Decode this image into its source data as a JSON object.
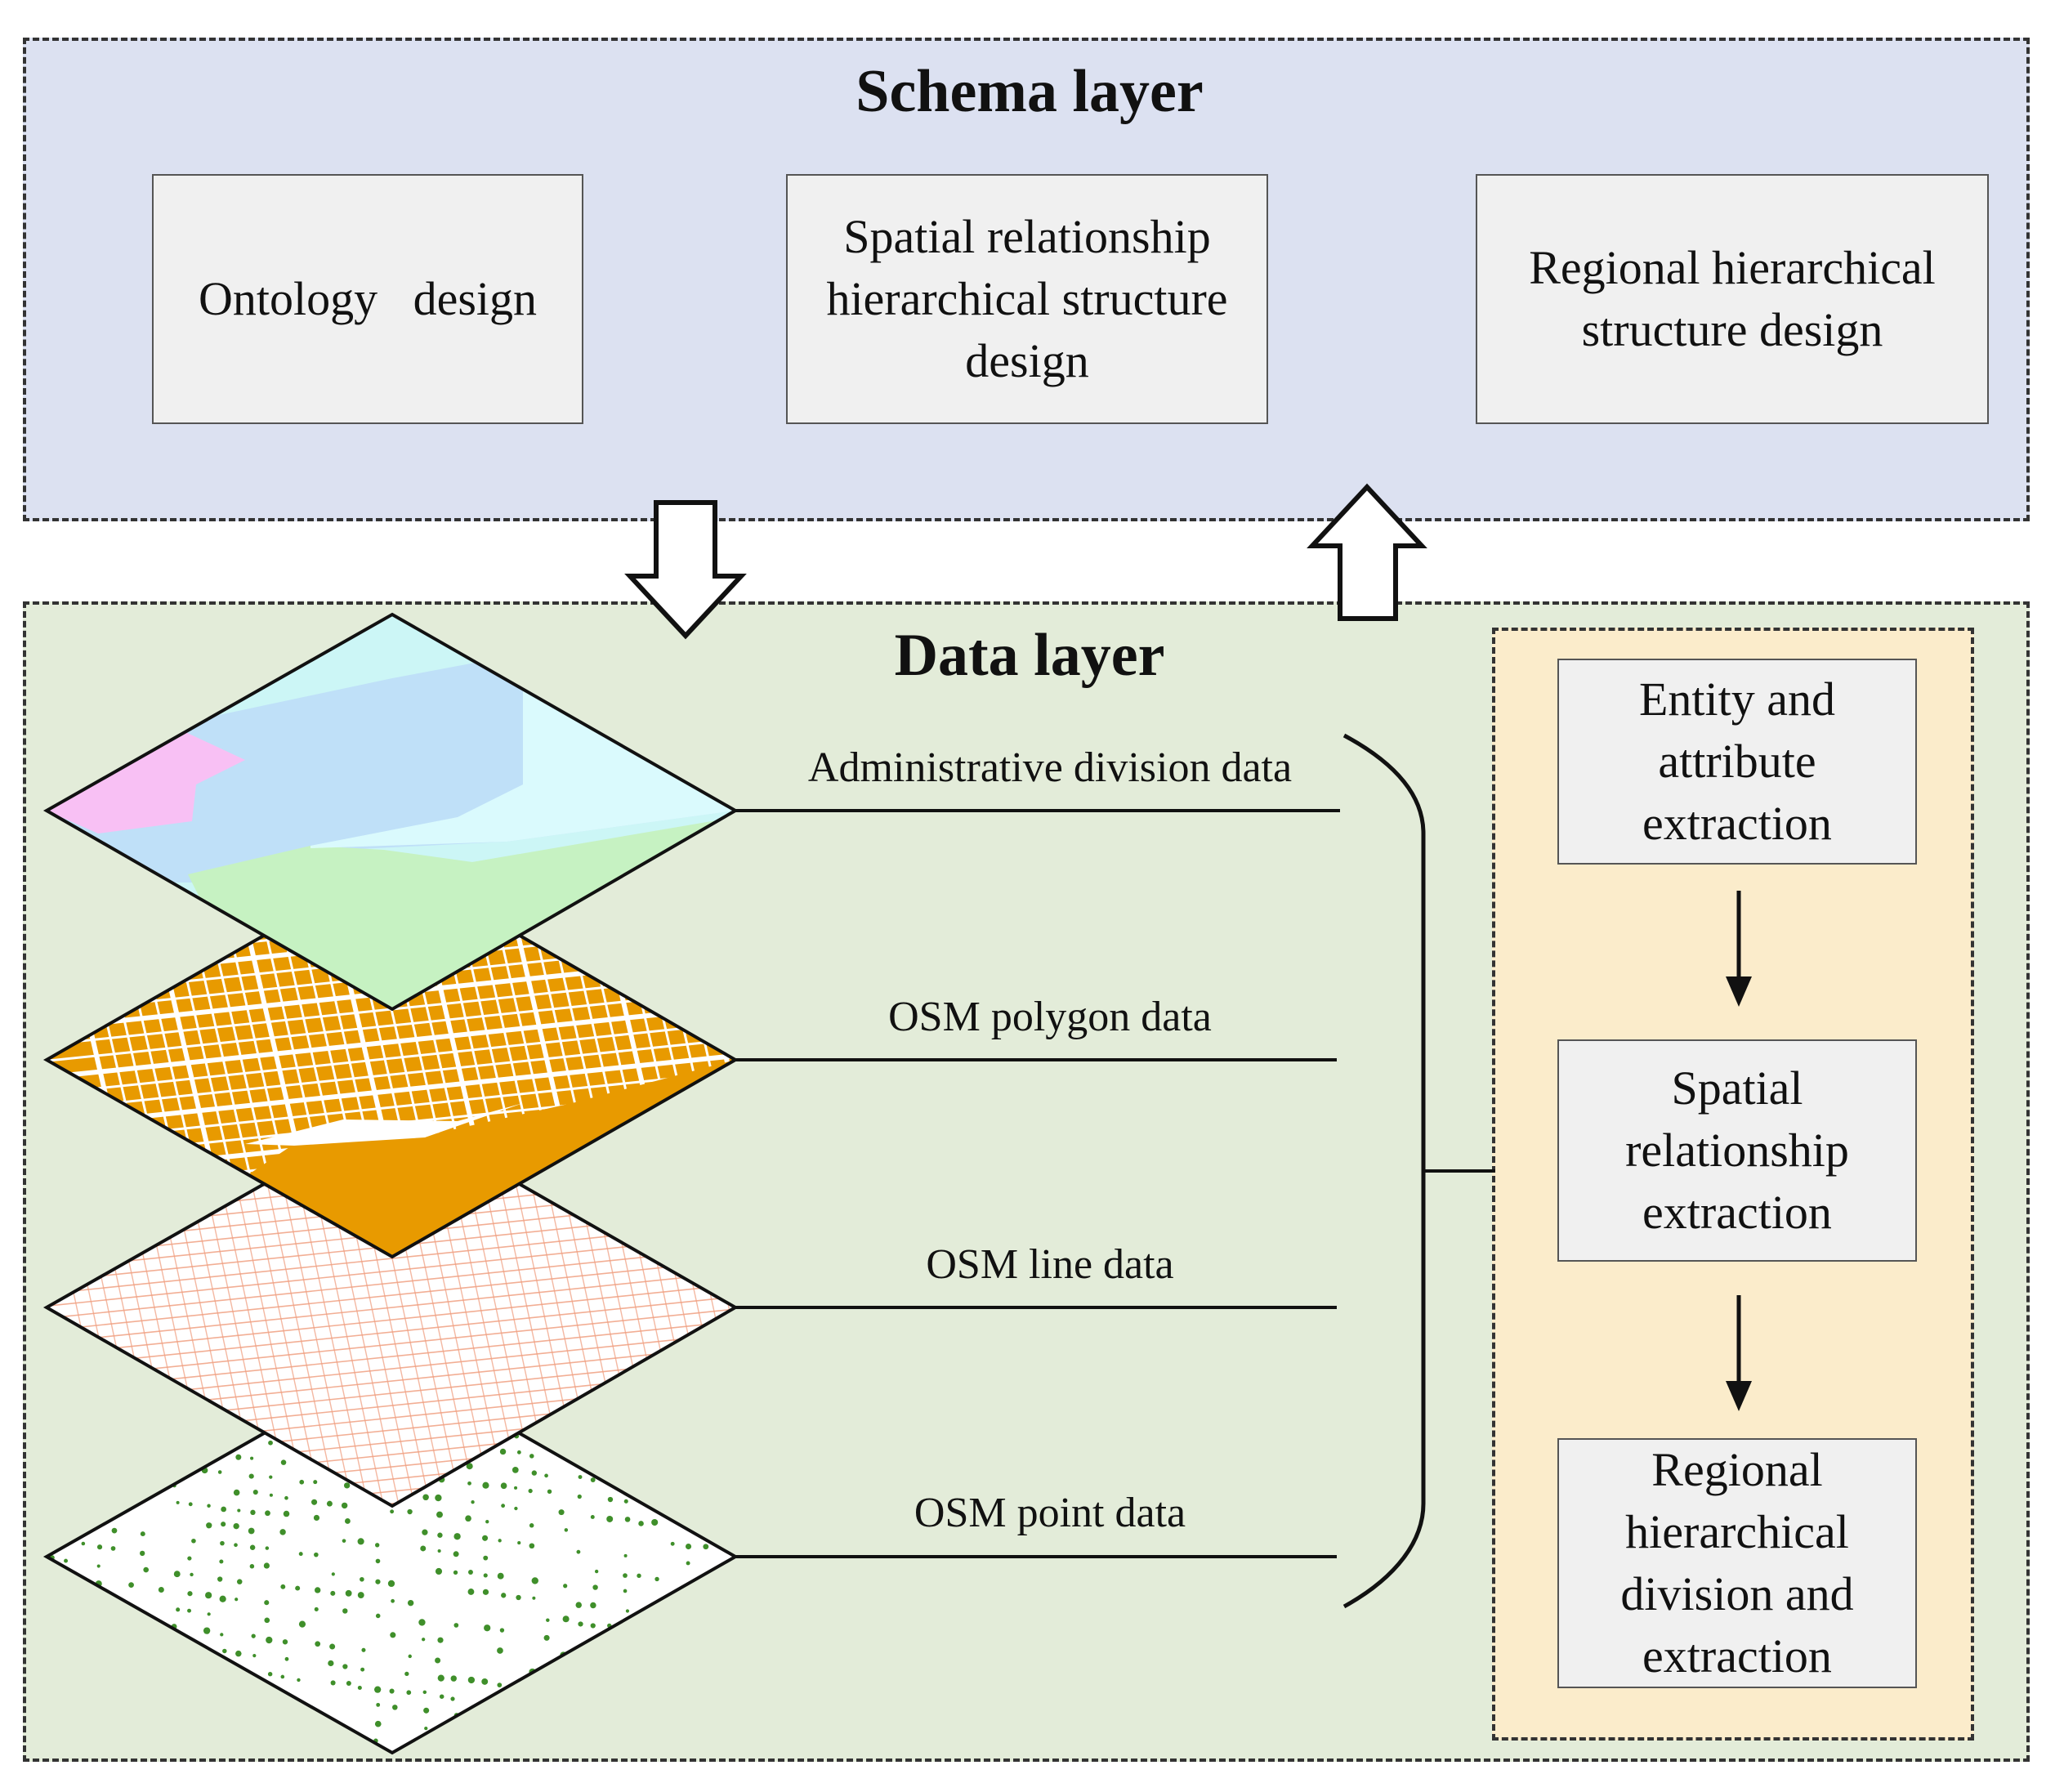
{
  "schema_layer": {
    "title": "Schema layer",
    "boxes": [
      "Ontology   design",
      "Spatial relationship hierarchical structure design",
      "Regional hierarchical structure design"
    ]
  },
  "data_layer": {
    "title": "Data layer",
    "layers": [
      {
        "label": "Administrative division data"
      },
      {
        "label": "OSM polygon data",
        "color": "#e89a00"
      },
      {
        "label": "OSM line data",
        "color": "#f0a082"
      },
      {
        "label": "OSM point data",
        "color": "#3f8f2a"
      }
    ]
  },
  "process": {
    "steps": [
      "Entity and attribute extraction",
      "Spatial relationship extraction",
      "Regional hierarchical division and extraction"
    ]
  },
  "colors": {
    "schema_bg": "#dce1f1",
    "data_bg": "#e3ecd9",
    "process_bg": "#fbeccb",
    "admin_regions": [
      "#ccf6f6",
      "#bfe0f8",
      "#f8c0f4",
      "#c6f2c2",
      "#ddfdfd"
    ]
  }
}
